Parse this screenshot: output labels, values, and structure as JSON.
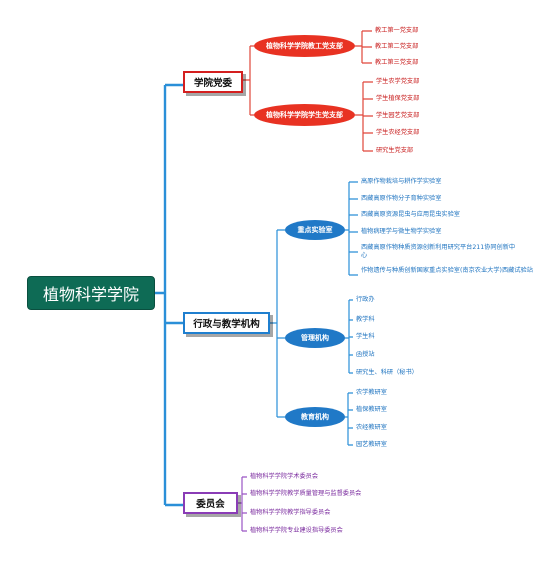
{
  "root": {
    "label": "植物科学学院"
  },
  "party": {
    "label": "学院党委",
    "faculty": {
      "label": "植物科学学院教工党支部",
      "items": [
        "教工第一党支部",
        "教工第二党支部",
        "教工第三党支部"
      ]
    },
    "student": {
      "label": "植物科学学院学生党支部",
      "items": [
        "学生农学党支部",
        "学生植保党支部",
        "学生园艺党支部",
        "学生农经党支部",
        "研究生党支部"
      ]
    }
  },
  "admin": {
    "label": "行政与教学机构",
    "labs": {
      "label": "重点实验室",
      "items": [
        "高原作物栽培与耕作学实验室",
        "西藏高原作物分子育种实验室",
        "西藏高原资源昆虫与应用昆虫实验室",
        "植物病理学与微生物学实验室",
        "西藏高原作物种质资源创新利用研究平台211协同创新中心",
        "作物遗传与种质创新国家重点实验室(南京农业大学)西藏试验站"
      ]
    },
    "management": {
      "label": "管理机构",
      "items": [
        "行政办",
        "教学科",
        "学生科",
        "函授站",
        "研究生、科研（秘书）"
      ]
    },
    "teaching": {
      "label": "教育机构",
      "items": [
        "农学教研室",
        "植保教研室",
        "农经教研室",
        "园艺教研室"
      ]
    }
  },
  "committee": {
    "label": "委员会",
    "items": [
      "植物科学学院学术委员会",
      "植物科学学院教学质量管理与监督委员会",
      "植物科学学院教学指导委员会",
      "植物科学学院专业建设指导委员会"
    ]
  },
  "colors": {
    "root": "#0e6b55",
    "party": "#d41f1f",
    "admin": "#1f7fcf",
    "committee": "#8a3cb6"
  }
}
